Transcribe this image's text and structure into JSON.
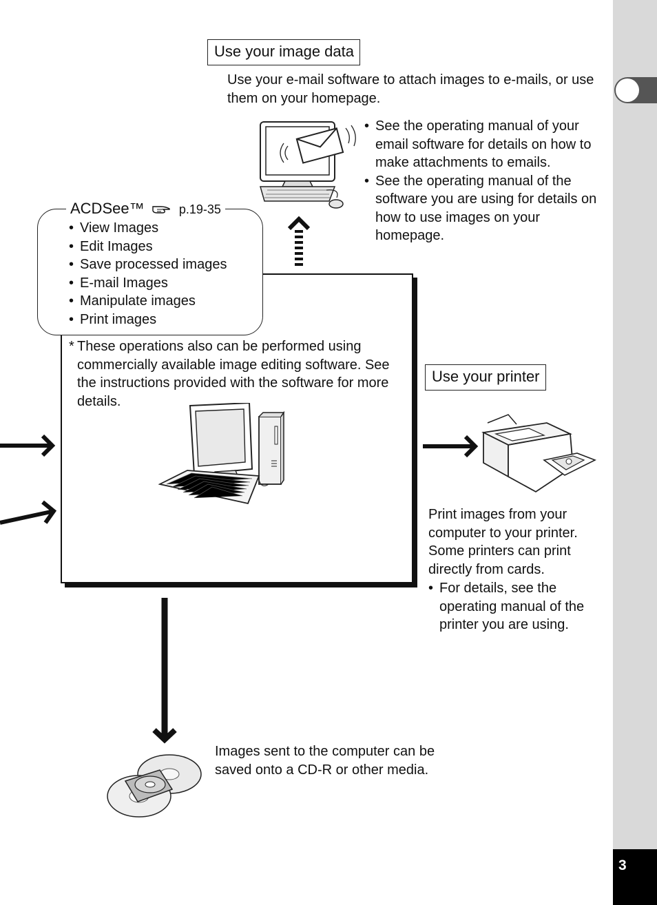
{
  "sidebar": {
    "page_number": "3"
  },
  "image_data": {
    "title": "Use your image data",
    "description": "Use your e-mail software to attach images to e-mails, or use them on your homepage.",
    "bullets": [
      "See the operating manual of your email software for details on how to make attachments to emails.",
      "See the operating manual of the software you are using for details on how to use images on your homepage."
    ]
  },
  "acdsee": {
    "title": "ACDSee™",
    "ref_icon": "pointing-hand-icon",
    "ref": "p.19-35",
    "items": [
      "View Images",
      "Edit Images",
      "Save processed images",
      "E-mail Images",
      "Manipulate images",
      "Print images"
    ]
  },
  "note": {
    "marker": "*",
    "text": "These operations also can be performed using commercially available image editing software. See the instructions provided with the software for more details."
  },
  "printer": {
    "title": "Use your printer",
    "description": "Print images from your computer to your printer. Some printers can print directly from cards.",
    "bullets": [
      "For details, see the operating manual of the printer you are using."
    ]
  },
  "media": {
    "text": "Images sent to the computer can be saved onto a CD-R or other media."
  }
}
